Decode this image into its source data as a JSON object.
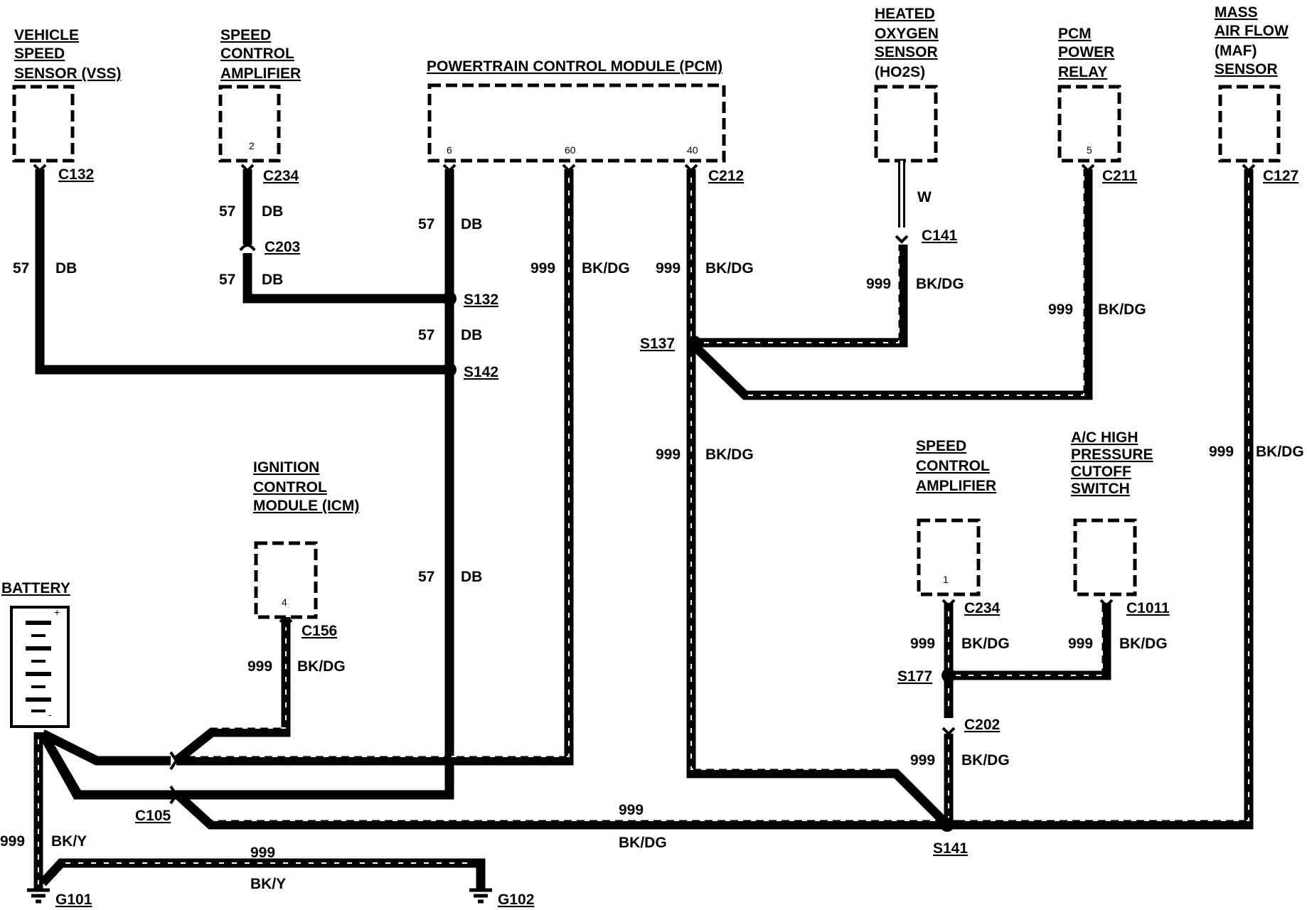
{
  "components": {
    "vss": [
      "VEHICLE",
      "SPEED",
      "SENSOR (VSS)"
    ],
    "sca_top": [
      "SPEED",
      "CONTROL",
      "AMPLIFIER"
    ],
    "pcm": "POWERTRAIN CONTROL MODULE (PCM)",
    "ho2s": [
      "HEATED",
      "OXYGEN",
      "SENSOR",
      "(HO2S)"
    ],
    "pcm_relay": [
      "PCM",
      "POWER",
      "RELAY"
    ],
    "maf": [
      "MASS",
      "AIR FLOW",
      "(MAF)",
      "SENSOR"
    ],
    "icm": [
      "IGNITION",
      "CONTROL",
      "MODULE (ICM)"
    ],
    "battery": "BATTERY",
    "sca_bottom": [
      "SPEED",
      "CONTROL",
      "AMPLIFIER"
    ],
    "ac_switch": [
      "A/C HIGH",
      "PRESSURE",
      "CUTOFF",
      "SWITCH"
    ]
  },
  "pins": {
    "sca_top": "2",
    "pcm_6": "6",
    "pcm_60": "60",
    "pcm_40": "40",
    "relay": "5",
    "icm": "4",
    "sca_bottom": "1",
    "bat_plus": "+",
    "bat_minus": "-"
  },
  "connectors": {
    "c132": "C132",
    "c234_top": "C234",
    "c203": "C203",
    "c212": "C212",
    "c141": "C141",
    "c211": "C211",
    "c127": "C127",
    "c156": "C156",
    "c234_bottom": "C234",
    "c1011": "C1011",
    "c202": "C202",
    "c105": "C105"
  },
  "splices": {
    "s132": "S132",
    "s142": "S142",
    "s137": "S137",
    "s177": "S177",
    "s141": "S141"
  },
  "grounds": {
    "g101": "G101",
    "g102": "G102"
  },
  "wire_labels": [
    {
      "circuit": "57",
      "color": "DB"
    },
    {
      "circuit": "57",
      "color": "DB"
    },
    {
      "circuit": "57",
      "color": "DB"
    },
    {
      "circuit": "57",
      "color": "DB"
    },
    {
      "circuit": "57",
      "color": "DB"
    },
    {
      "circuit": "57",
      "color": "DB"
    },
    {
      "circuit": "999",
      "color": "BK/DG"
    },
    {
      "circuit": "999",
      "color": "BK/DG"
    },
    {
      "circuit": "999",
      "color": "BK/DG"
    },
    {
      "circuit": "",
      "color": "W"
    },
    {
      "circuit": "999",
      "color": "BK/DG"
    },
    {
      "circuit": "999",
      "color": "BK/DG"
    },
    {
      "circuit": "999",
      "color": "BK/DG"
    },
    {
      "circuit": "999",
      "color": "BK/DG"
    },
    {
      "circuit": "999",
      "color": "BK/DG"
    },
    {
      "circuit": "999",
      "color": "BK/DG"
    },
    {
      "circuit": "999",
      "color": "BK/DG"
    },
    {
      "circuit": "999",
      "color": "BK/Y"
    },
    {
      "circuit": "999",
      "color": "BK/Y"
    },
    {
      "circuit": "999",
      "color": "BK/DG"
    }
  ]
}
